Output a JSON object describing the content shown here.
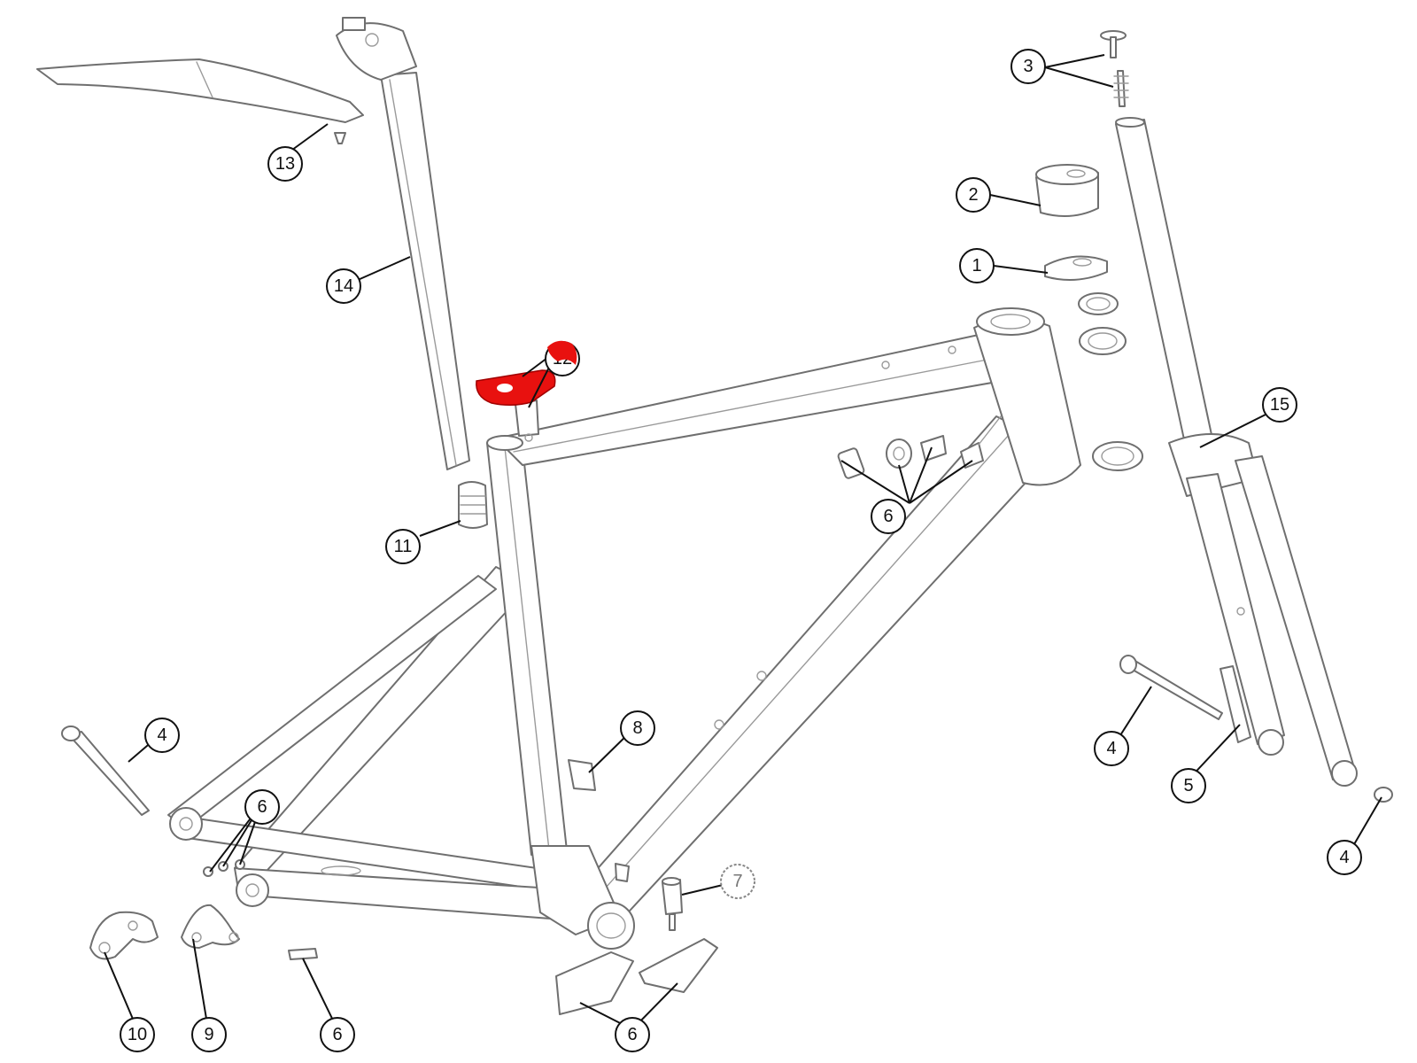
{
  "highlight_color": "#e8110f",
  "line_color": "#6f6f6f",
  "callouts": {
    "c1": "1",
    "c2": "2",
    "c3": "3",
    "c4a": "4",
    "c4b": "4",
    "c4c": "4",
    "c5": "5",
    "c6a": "6",
    "c6b": "6",
    "c6c": "6",
    "c6d": "6",
    "c7": "7",
    "c8": "8",
    "c9": "9",
    "c10": "10",
    "c11": "11",
    "c12": "12",
    "c13": "13",
    "c14": "14",
    "c15": "15"
  },
  "highlighted_part": "12"
}
